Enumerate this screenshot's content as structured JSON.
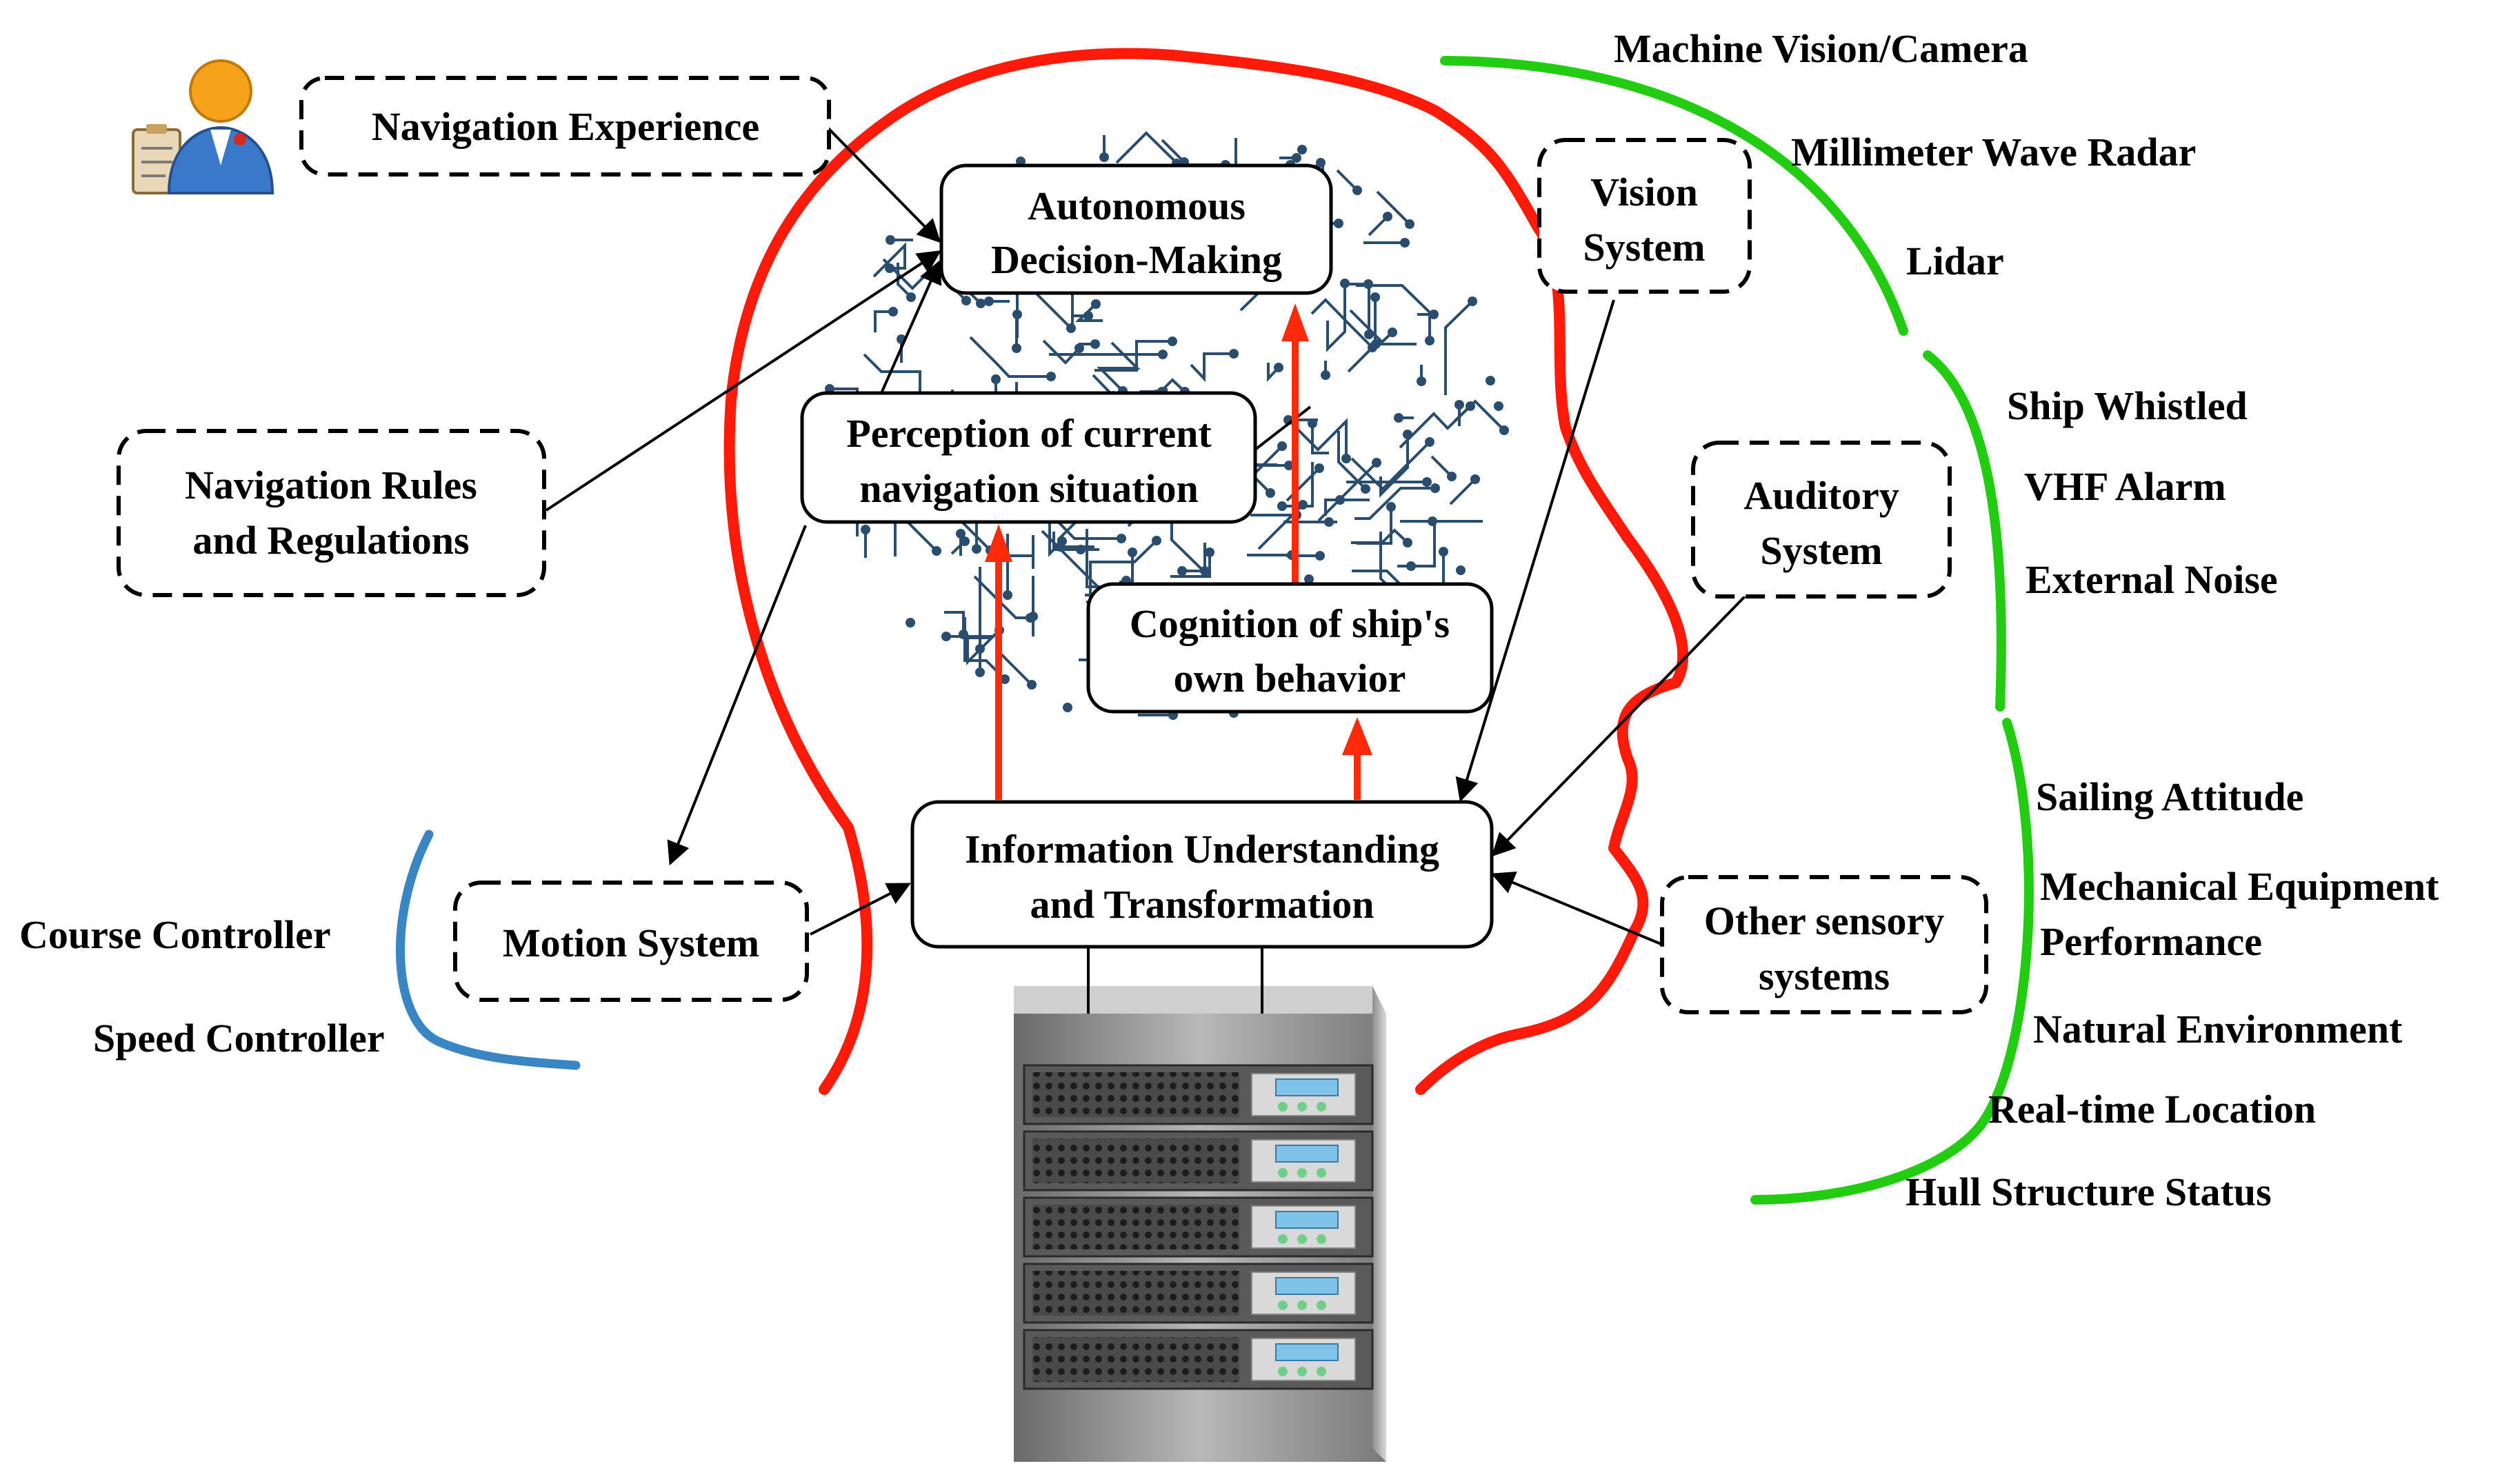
{
  "nodes": {
    "navigation_experience": "Navigation Experience",
    "autonomous_decision": [
      "Autonomous",
      "Decision-Making"
    ],
    "vision_system": [
      "Vision",
      "System"
    ],
    "perception": [
      "Perception of current",
      "navigation situation"
    ],
    "navigation_rules": [
      "Navigation Rules",
      "and Regulations"
    ],
    "auditory_system": [
      "Auditory",
      "System"
    ],
    "cognition": [
      "Cognition of ship's",
      "own behavior"
    ],
    "information_understanding": [
      "Information Understanding",
      "and Transformation"
    ],
    "motion_system": "Motion System",
    "other_sensory": [
      "Other sensory",
      "systems"
    ]
  },
  "vision_inputs": [
    "Machine Vision/Camera",
    "Millimeter Wave Radar",
    "Lidar"
  ],
  "auditory_inputs": [
    "Ship Whistled",
    "VHF Alarm",
    "External Noise"
  ],
  "other_inputs": [
    "Sailing Attitude",
    "Mechanical Equipment",
    "Performance",
    "Natural Environment",
    "Real-time Location",
    "Hull Structure Status"
  ],
  "motion_outputs": [
    "Course Controller",
    "Speed Controller"
  ],
  "colors": {
    "head_outline": "#ff1a0a",
    "sensor_bracket": "#22cc11",
    "motion_bracket": "#3a86c4",
    "circuit": "#2a4d6e",
    "person_head": "#f7a21b",
    "person_body": "#3a78c9"
  },
  "icons": [
    "person-icon",
    "brain-circuit-icon",
    "server-rack-icon"
  ]
}
